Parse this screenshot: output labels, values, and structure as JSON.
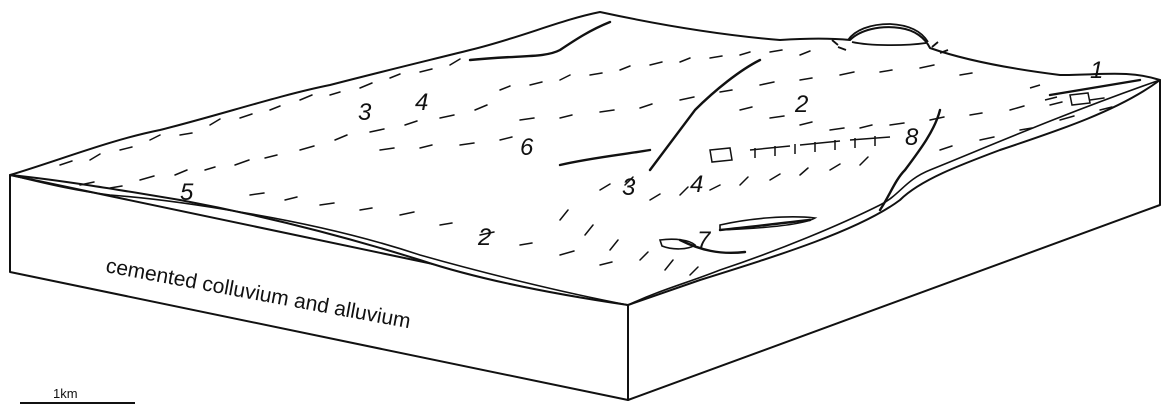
{
  "diagram": {
    "zone_labels": [
      "1",
      "2",
      "2",
      "3",
      "3",
      "4",
      "4",
      "5",
      "6",
      "7",
      "8"
    ],
    "side_label": "cemented colluvium and alluvium",
    "scale_label": "1km"
  },
  "colors": {
    "ink": "#111111",
    "background": "#ffffff"
  }
}
